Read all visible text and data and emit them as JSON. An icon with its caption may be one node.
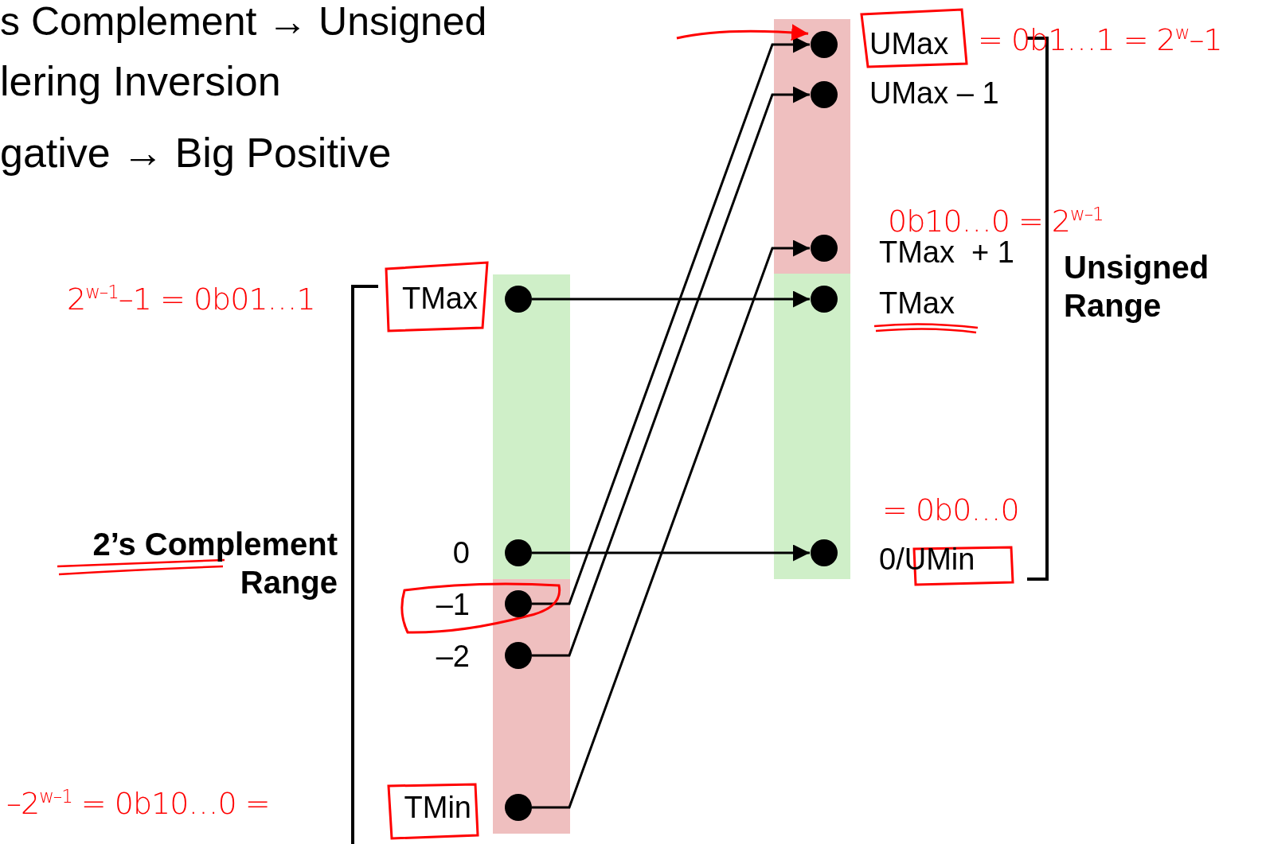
{
  "diagram": {
    "nodes": [
      {
        "text": [],
        "shape": "circle",
        "beside": [
          "TMax"
        ]
      },
      {
        "text": [],
        "shape": "circle",
        "beside": [
          "0"
        ]
      },
      {
        "text": [],
        "shape": "circle",
        "beside": [
          "–1"
        ]
      },
      {
        "text": [],
        "shape": "circle",
        "beside": [
          "–2"
        ]
      },
      {
        "text": [],
        "shape": "circle",
        "beside": [
          "TMin"
        ]
      },
      {
        "text": [],
        "shape": "circle",
        "beside": [
          "UMax"
        ]
      },
      {
        "text": [],
        "shape": "circle",
        "beside": [
          "UMax – 1"
        ]
      },
      {
        "text": [],
        "shape": "circle",
        "beside": [
          "TMax  + 1"
        ]
      },
      {
        "text": [],
        "shape": "circle",
        "beside": [
          "TMax"
        ]
      },
      {
        "text": [],
        "shape": "circle",
        "beside": [
          "0/UMin"
        ]
      }
    ],
    "edges": [
      {
        "from": 0,
        "to": 8,
        "arrow": "to"
      },
      {
        "from": 1,
        "to": 9,
        "arrow": "to"
      },
      {
        "from": 2,
        "to": 5,
        "arrow": "to"
      },
      {
        "from": 3,
        "to": 6,
        "arrow": "to"
      },
      {
        "from": 4,
        "to": 7,
        "arrow": "to"
      },
      {
        "from": null,
        "to": 5,
        "arrow": "to",
        "color": "#ff0000"
      }
    ],
    "labels": [
      "s Complement → Unsigned",
      "lering Inversion",
      "gative → Big Positive",
      "= 0b1…1 = 2$^{w}$–1",
      "0b10…0 = 2$^{w–1}$",
      "2$^{w–1}$–1 = 0b01…1",
      "Unsigned Range",
      "= 0b0…0",
      "2’s Complement Range",
      "–2$^{w–1}$ = 0b10…0 ="
    ]
  }
}
